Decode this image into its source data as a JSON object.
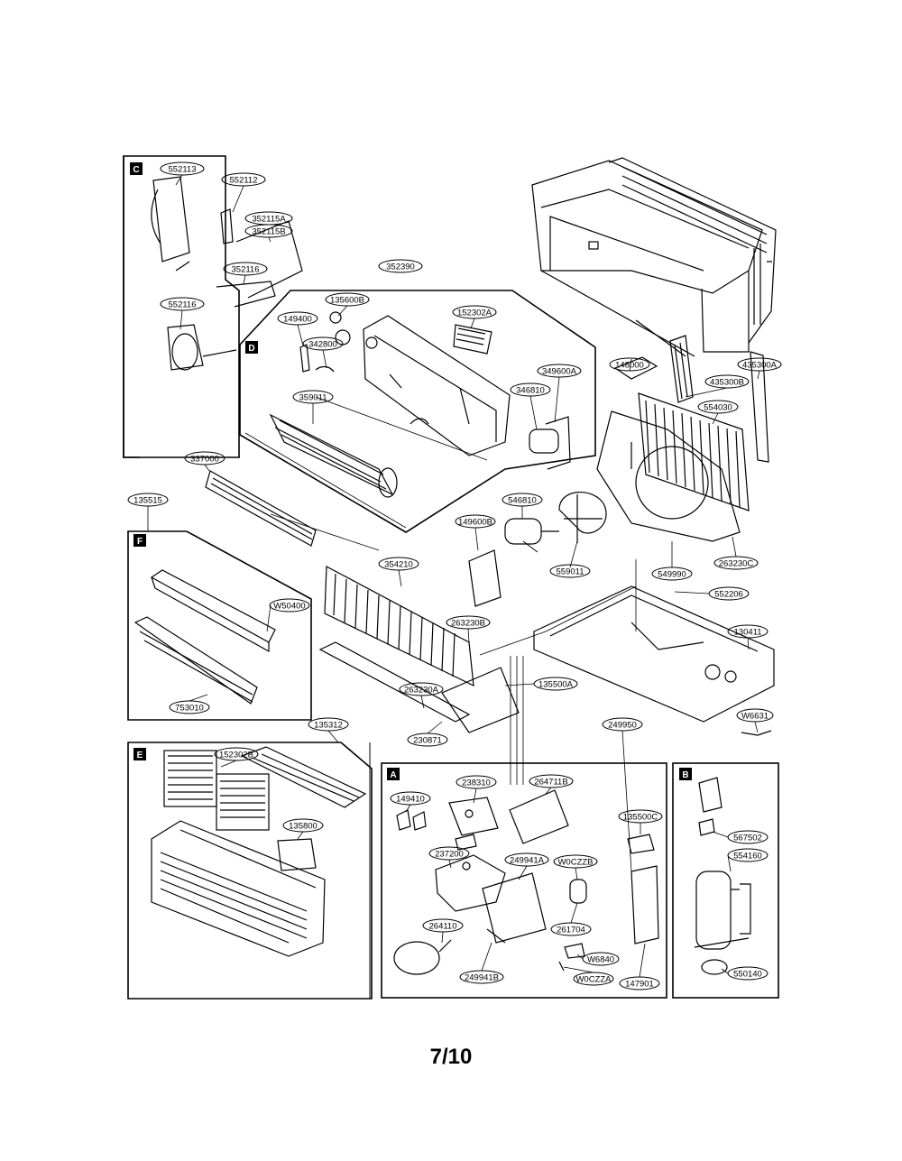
{
  "diagram": {
    "page_number": "7/10",
    "sections": {
      "A": "A",
      "B": "B",
      "C": "C",
      "D": "D",
      "E": "E",
      "F": "F"
    },
    "parts": {
      "p552113": "552113",
      "p552112": "552112",
      "p352115A": "352115A",
      "p352115B": "352115B",
      "p352116": "352116",
      "p552116": "552116",
      "p352390": "352390",
      "p135600B": "135600B",
      "p149400": "149400",
      "p342800": "342800",
      "p152302A": "152302A",
      "p349600A": "349600A",
      "p346810": "346810",
      "p359011": "359011",
      "p148000": "148000",
      "p435300B": "435300B",
      "p435300A": "435300A",
      "p554030": "554030",
      "p337000": "337000",
      "p135515": "135515",
      "p546810": "546810",
      "p149600B": "149600B",
      "p559011": "559011",
      "p549990": "549990",
      "p263230C": "263230C",
      "p552206": "552206",
      "p130411": "130411",
      "pW50400": "W50400",
      "p354210": "354210",
      "p263230B": "263230B",
      "p263230A": "263230A",
      "p135500A": "135500A",
      "p230871": "230871",
      "p753010": "753010",
      "p135312": "135312",
      "p249950": "249950",
      "pW6631": "W6631",
      "p152302B": "152302B",
      "p135800": "135800",
      "p238310": "238310",
      "p264711B": "264711B",
      "p149410": "149410",
      "p237200": "237200",
      "p249941A": "249941A",
      "pW0CZZB": "W0CZZB",
      "p135500C": "135500C",
      "p261704": "261704",
      "p264110": "264110",
      "pW6840": "W6840",
      "p249941B": "249941B",
      "pW0CZZA": "W0CZZA",
      "p147901": "147901",
      "p567502": "567502",
      "p554160": "554160",
      "p550140": "550140"
    }
  }
}
